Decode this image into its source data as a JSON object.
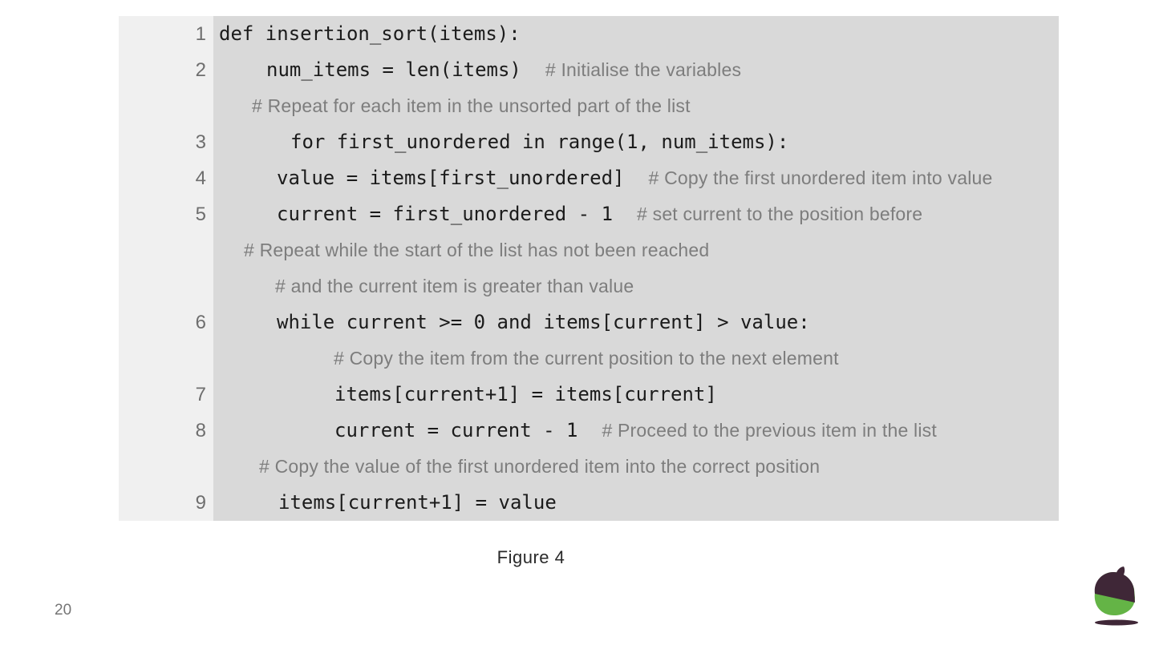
{
  "page": {
    "figure_caption": "Figure 4",
    "page_number": "20"
  },
  "colors": {
    "page_bg": "#ffffff",
    "gutter_bg": "#f0f0f0",
    "code_bg": "#d9d9d9",
    "code_text": "#1b1b1b",
    "comment_text": "#7d7d7d",
    "line_number_text": "#6e6e6e",
    "logo_green": "#64b446",
    "logo_dark": "#3f2737"
  },
  "logo": {
    "name": "oak-acorn-logo"
  },
  "code_block": {
    "language": "python",
    "rows": [
      {
        "num": "1",
        "code": "def insertion_sort(items):",
        "comment": "",
        "indent": 7
      },
      {
        "num": "2",
        "code": "num_items = len(items)",
        "comment": "# Initialise the variables",
        "indent": 66
      },
      {
        "num": "",
        "code": "",
        "comment": "# Repeat for each item in the unsorted part of the list",
        "indent": 48
      },
      {
        "num": "3",
        "code": "for first_unordered in range(1, num_items):",
        "comment": "",
        "indent": 96
      },
      {
        "num": "4",
        "code": "value = items[first_unordered]",
        "comment": "# Copy the first unordered item into value",
        "indent": 79
      },
      {
        "num": "5",
        "code": "current = first_unordered - 1",
        "comment": "# set current to the position before",
        "indent": 79
      },
      {
        "num": "",
        "code": "",
        "comment": "# Repeat while the start of the list has not been reached",
        "indent": 38
      },
      {
        "num": "",
        "code": "",
        "comment": "# and the current item is greater than value",
        "indent": 77
      },
      {
        "num": "6",
        "code": "while current >= 0 and items[current] > value:",
        "comment": "",
        "indent": 79
      },
      {
        "num": "",
        "code": "",
        "comment": "# Copy the item from the current position to the next element",
        "indent": 150
      },
      {
        "num": "7",
        "code": "items[current+1] = items[current]",
        "comment": "",
        "indent": 151
      },
      {
        "num": "8",
        "code": "current = current - 1",
        "comment": "# Proceed to the previous item in the list",
        "indent": 151
      },
      {
        "num": "",
        "code": "",
        "comment": "# Copy the value of the first unordered item into the correct position",
        "indent": 57
      },
      {
        "num": "9",
        "code": "items[current+1] = value",
        "comment": "",
        "indent": 81
      }
    ]
  }
}
